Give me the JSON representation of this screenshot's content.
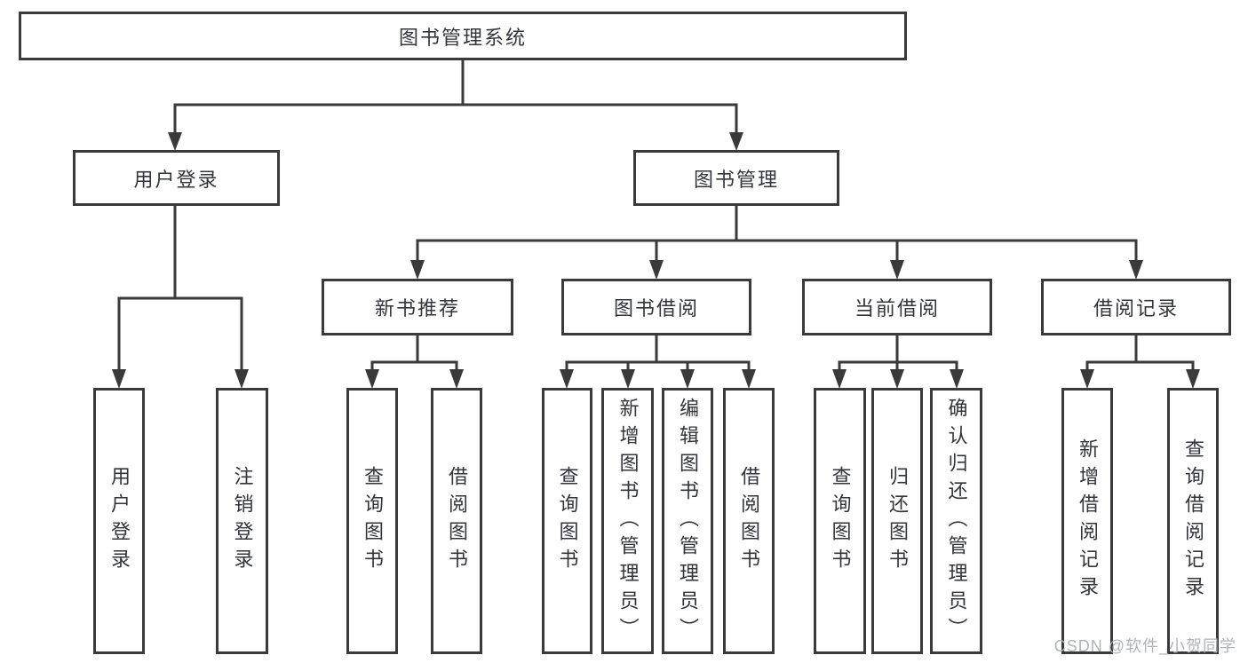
{
  "nodes": {
    "root": "图书管理系统",
    "level2": [
      "用户登录",
      "图书管理"
    ],
    "level3": [
      "新书推荐",
      "图书借阅",
      "当前借阅",
      "借阅记录"
    ],
    "leaves": {
      "user_login": [
        "用户登录",
        "注销登录"
      ],
      "new_books": [
        "查询图书",
        "借阅图书"
      ],
      "book_borrow": [
        "查询图书",
        "新增图书（管理员）",
        "编辑图书（管理员）",
        "借阅图书"
      ],
      "current_borrow": [
        "查询图书",
        "归还图书",
        "确认归还（管理员）"
      ],
      "borrow_records": [
        "新增借阅记录",
        "查询借阅记录"
      ]
    }
  },
  "watermark": "CSDN @软件_小贺同学",
  "colors": {
    "line": "#3a3a3a",
    "box_border": "#3a3a3a",
    "text": "#33353a",
    "watermark": "#b0b3b8",
    "background": "#ffffff"
  }
}
